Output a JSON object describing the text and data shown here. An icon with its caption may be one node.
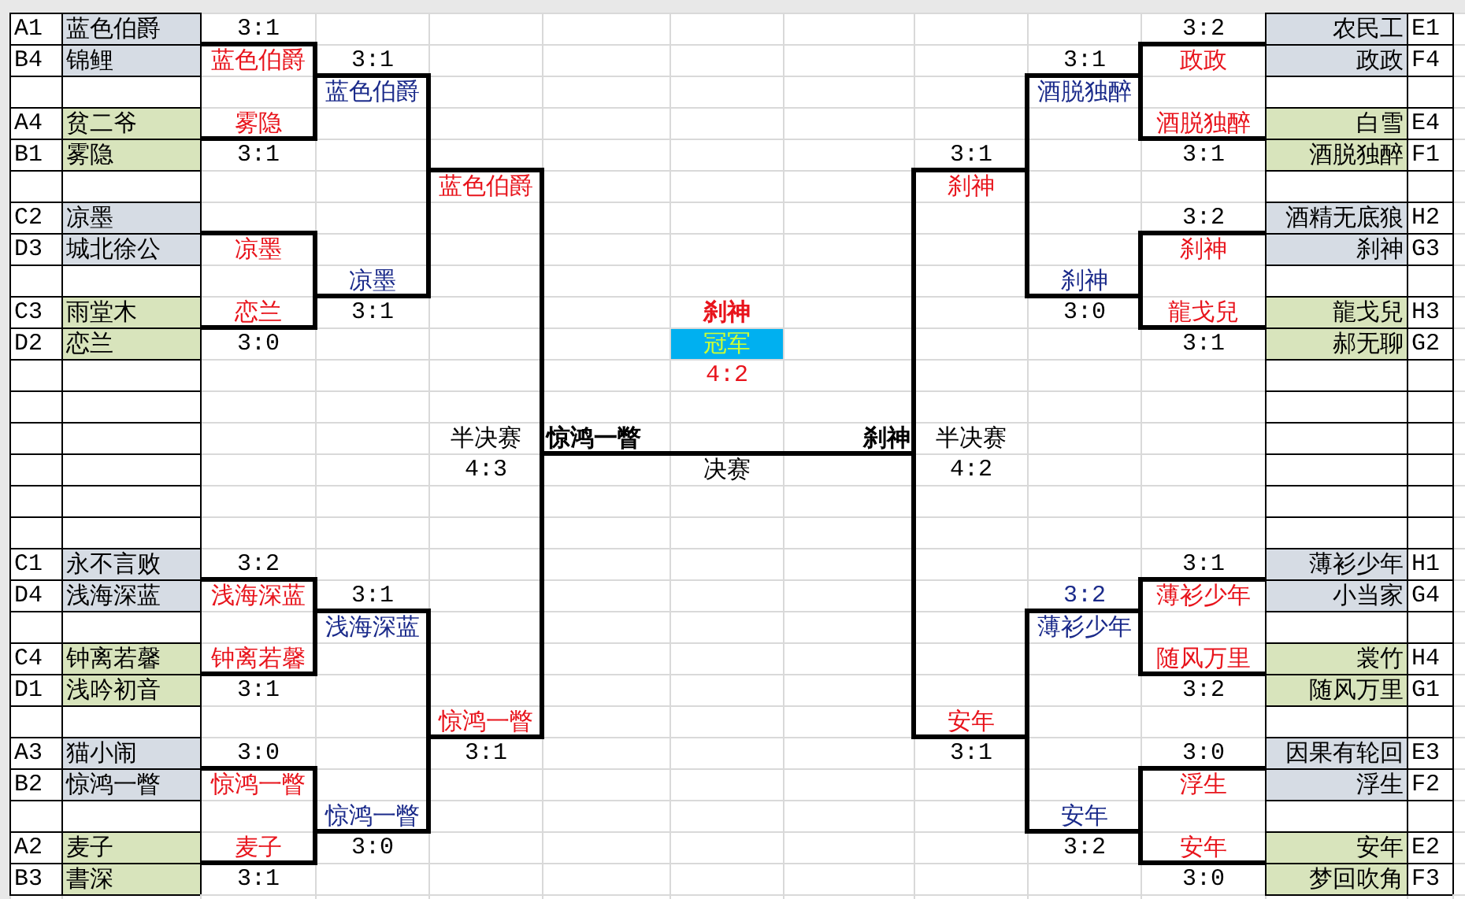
{
  "diagram": {
    "labels": [
      "A1",
      "蓝色伯爵",
      "3:1",
      "3:2",
      "农民工",
      "E1",
      "B4",
      "锦鲤",
      "蓝色伯爵",
      "3:1",
      "3:1",
      "政政",
      "政政",
      "F4",
      "蓝色伯爵",
      "酒脱独醉",
      "A4",
      "贫二爷",
      "雾隐",
      "酒脱独醉",
      "白雪",
      "E4",
      "B1",
      "雾隐",
      "3:1",
      "3:1",
      "3:1",
      "酒脱独醉",
      "F1",
      "蓝色伯爵",
      "刹神",
      "C2",
      "凉墨",
      "3:2",
      "酒精无底狼",
      "H2",
      "D3",
      "城北徐公",
      "凉墨",
      "刹神",
      "刹神",
      "G3",
      "凉墨",
      "刹神",
      "C3",
      "雨堂木",
      "恋兰",
      "3:1",
      "刹神",
      "3:0",
      "龍戈兒",
      "龍戈兒",
      "H3",
      "D2",
      "恋兰",
      "3:0",
      "冠军",
      "3:1",
      "郝无聊",
      "G2",
      "4:2",
      "半决赛",
      "惊鸿一瞥",
      "刹神",
      "半决赛",
      "4:3",
      "决赛",
      "4:2",
      "C1",
      "永不言败",
      "3:2",
      "3:1",
      "薄衫少年",
      "H1",
      "D4",
      "浅海深蓝",
      "浅海深蓝",
      "3:1",
      "3:2",
      "薄衫少年",
      "小当家",
      "G4",
      "浅海深蓝",
      "薄衫少年",
      "C4",
      "钟离若馨",
      "钟离若馨",
      "随风万里",
      "裳竹",
      "H4",
      "D1",
      "浅吟初音",
      "3:1",
      "3:2",
      "随风万里",
      "G1",
      "惊鸿一瞥",
      "安年",
      "A3",
      "猫小闹",
      "3:0",
      "3:1",
      "3:1",
      "3:0",
      "因果有轮回",
      "E3",
      "B2",
      "惊鸿一瞥",
      "惊鸿一瞥",
      "浮生",
      "浮生",
      "F2",
      "惊鸿一瞥",
      "安年",
      "A2",
      "麦子",
      "麦子",
      "3:0",
      "3:2",
      "安年",
      "安年",
      "E2",
      "B3",
      "書深",
      "3:1",
      "3:0",
      "梦回吹角",
      "F3"
    ]
  }
}
